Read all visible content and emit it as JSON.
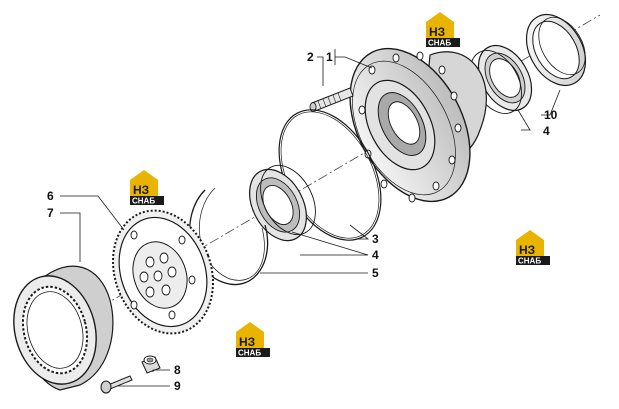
{
  "callouts": {
    "c1": "1",
    "c2": "2",
    "c3": "3",
    "c4a": "4",
    "c4b": "4",
    "c5": "5",
    "c6": "6",
    "c7": "7",
    "c8": "8",
    "c9": "9",
    "c10": "10"
  },
  "watermark": {
    "mark": "НЗ",
    "word": "СНАБ",
    "icon": "house-logo-icon",
    "color_gold": "#e8b400",
    "color_dark": "#1a1a1a"
  },
  "colors": {
    "line": "#1a1a1a",
    "shade": "#d8d8d8",
    "dark_shade": "#9a9a9a"
  }
}
